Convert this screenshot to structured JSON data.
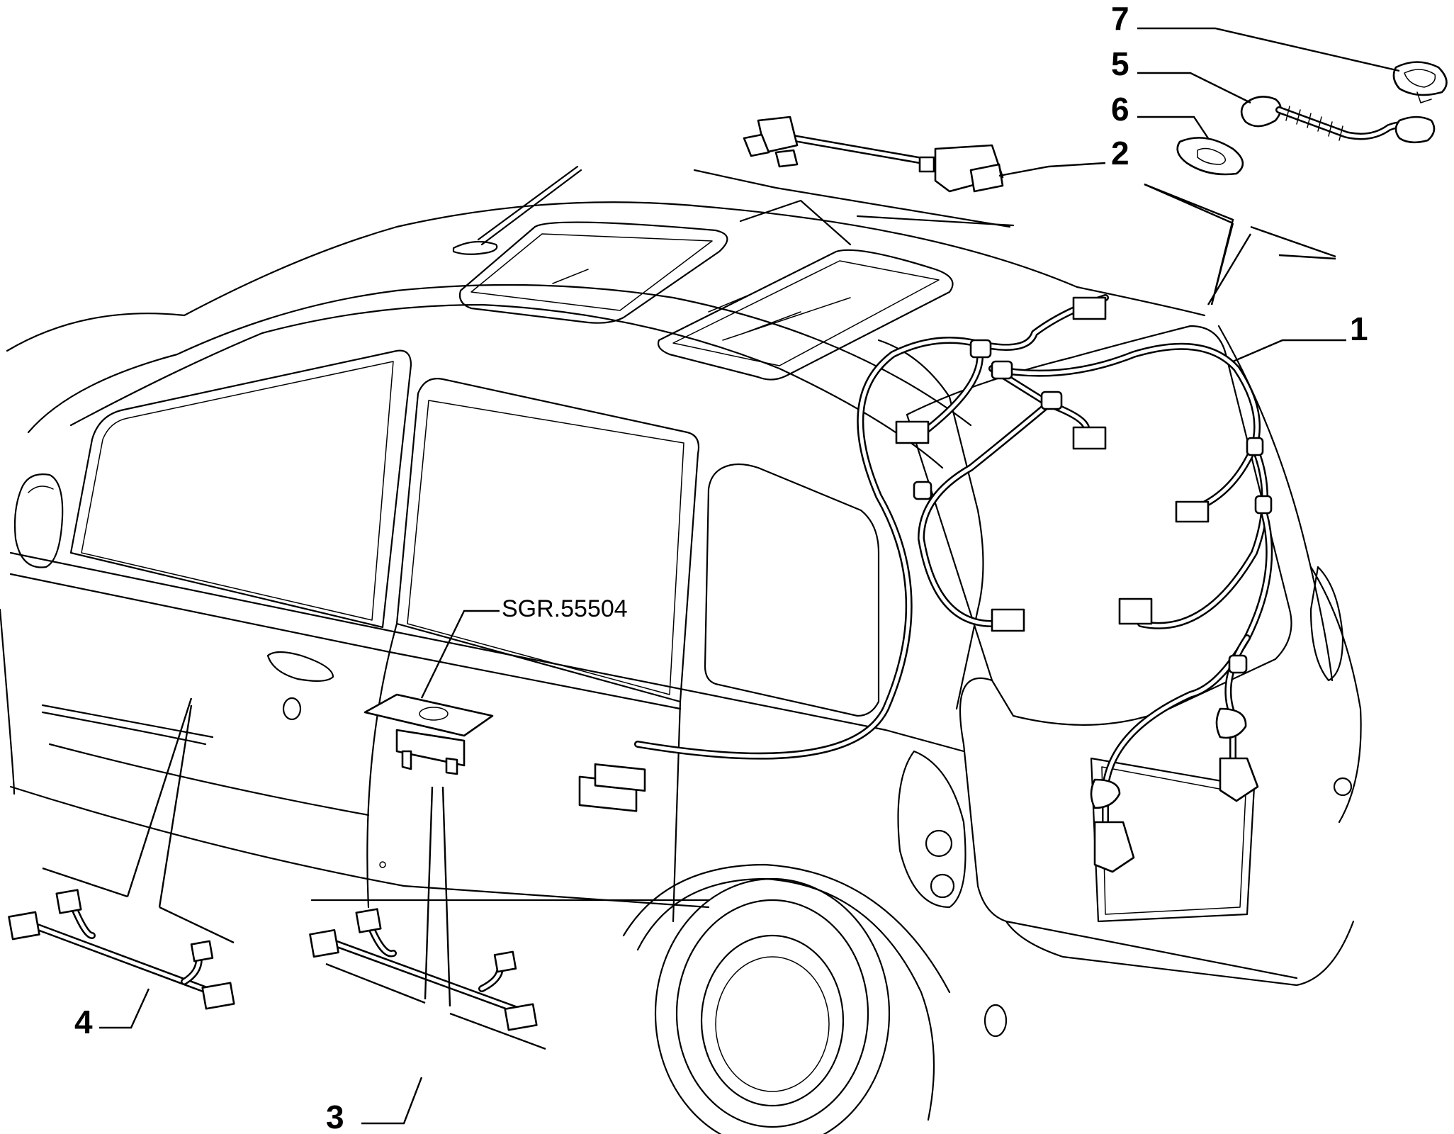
{
  "callouts": {
    "c1": "1",
    "c2": "2",
    "c3": "3",
    "c4": "4",
    "c5": "5",
    "c6": "6",
    "c7": "7"
  },
  "reference_code": "SGR.55504"
}
